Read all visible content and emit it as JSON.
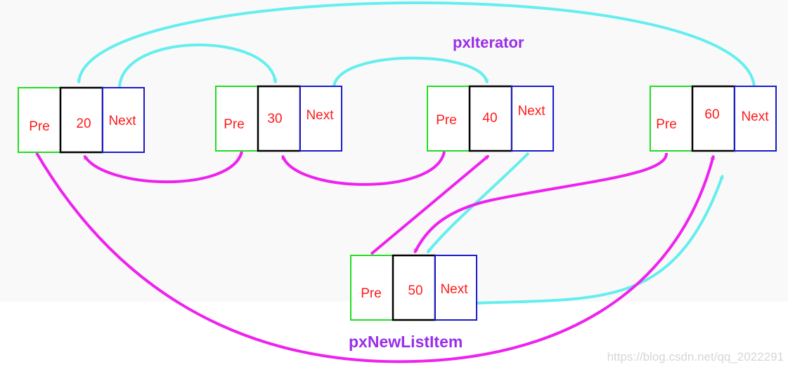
{
  "nodes": [
    {
      "pre": "Pre",
      "value": "20",
      "next": "Next"
    },
    {
      "pre": "Pre",
      "value": "30",
      "next": "Next"
    },
    {
      "pre": "Pre",
      "value": "40",
      "next": "Next"
    },
    {
      "pre": "Pre",
      "value": "60",
      "next": "Next"
    },
    {
      "pre": "Pre",
      "value": "50",
      "next": "Next"
    }
  ],
  "labels": {
    "iterator": "pxIterator",
    "new_item": "pxNewListItem"
  },
  "watermark": "https://blog.csdn.net/qq_2022291",
  "colors": {
    "pre_border": "#22dd22",
    "value_border": "#000000",
    "next_border": "#1a1acc",
    "cell_text": "#ff1a1a",
    "next_arrow": "#66eeee",
    "pre_arrow": "#ee22ee",
    "label": "#9a2ee8"
  }
}
